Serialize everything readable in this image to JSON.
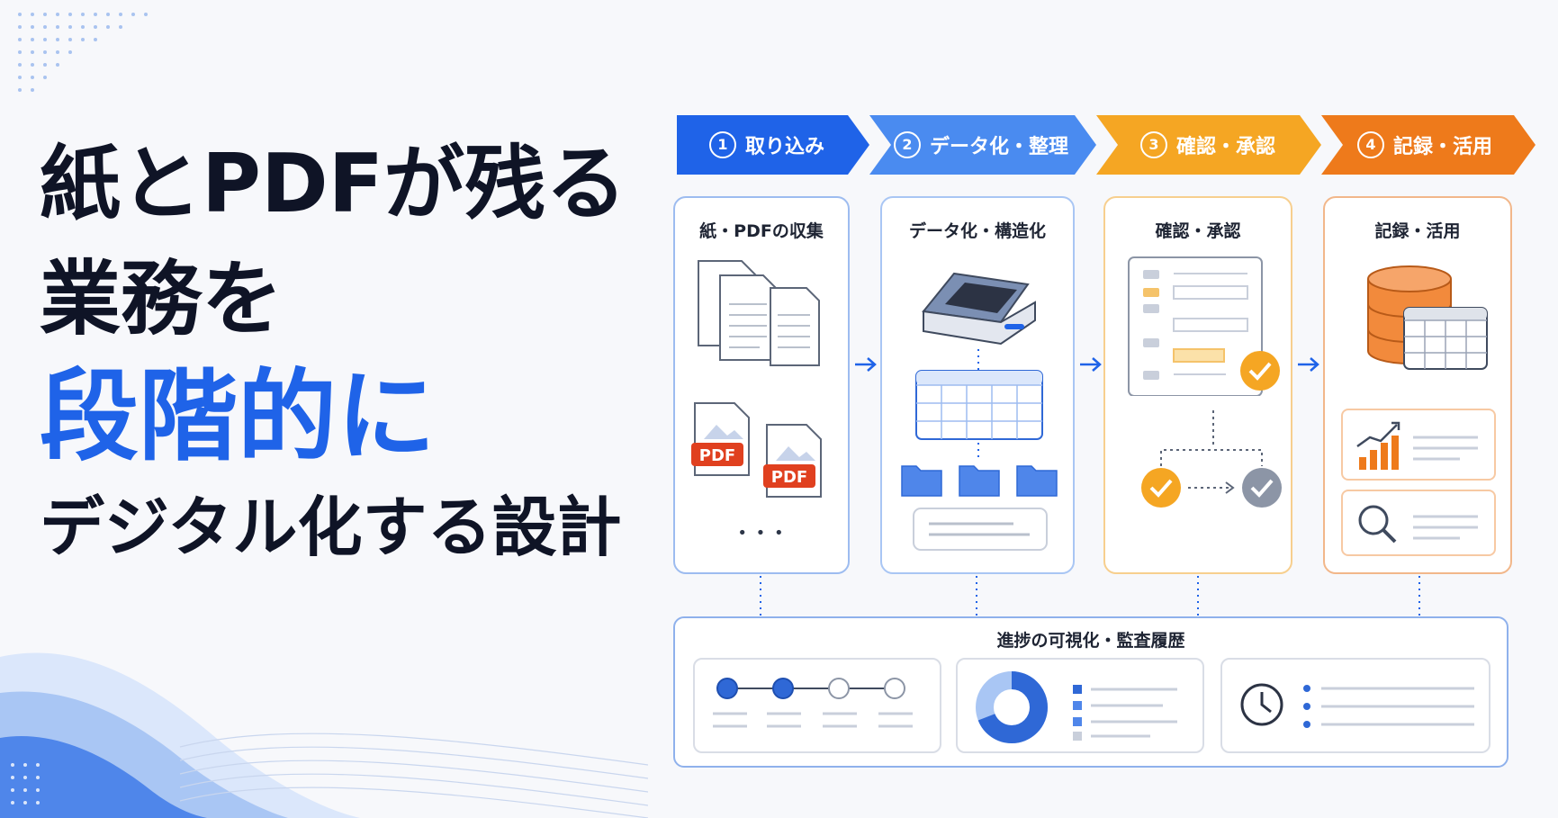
{
  "headline": {
    "line1": "紙とPDFが残る",
    "line2": "業務を",
    "line3_main": "段階的",
    "line3_tail": "に",
    "line4": "デジタル化する設計"
  },
  "steps": [
    {
      "num": "1",
      "label": "取り込み",
      "color": "#1f63e8"
    },
    {
      "num": "2",
      "label": "データ化・整理",
      "color": "#4a8bf0"
    },
    {
      "num": "3",
      "label": "確認・承認",
      "color": "#f5a623"
    },
    {
      "num": "4",
      "label": "記録・活用",
      "color": "#ee7a1b"
    }
  ],
  "cards": [
    {
      "title": "紙・PDFの収集",
      "pdf_label": "PDF",
      "ellipsis": "• • •"
    },
    {
      "title": "データ化・構造化"
    },
    {
      "title": "確認・承認"
    },
    {
      "title": "記録・活用"
    }
  ],
  "bottom": {
    "title": "進捗の可視化・監査履歴"
  }
}
